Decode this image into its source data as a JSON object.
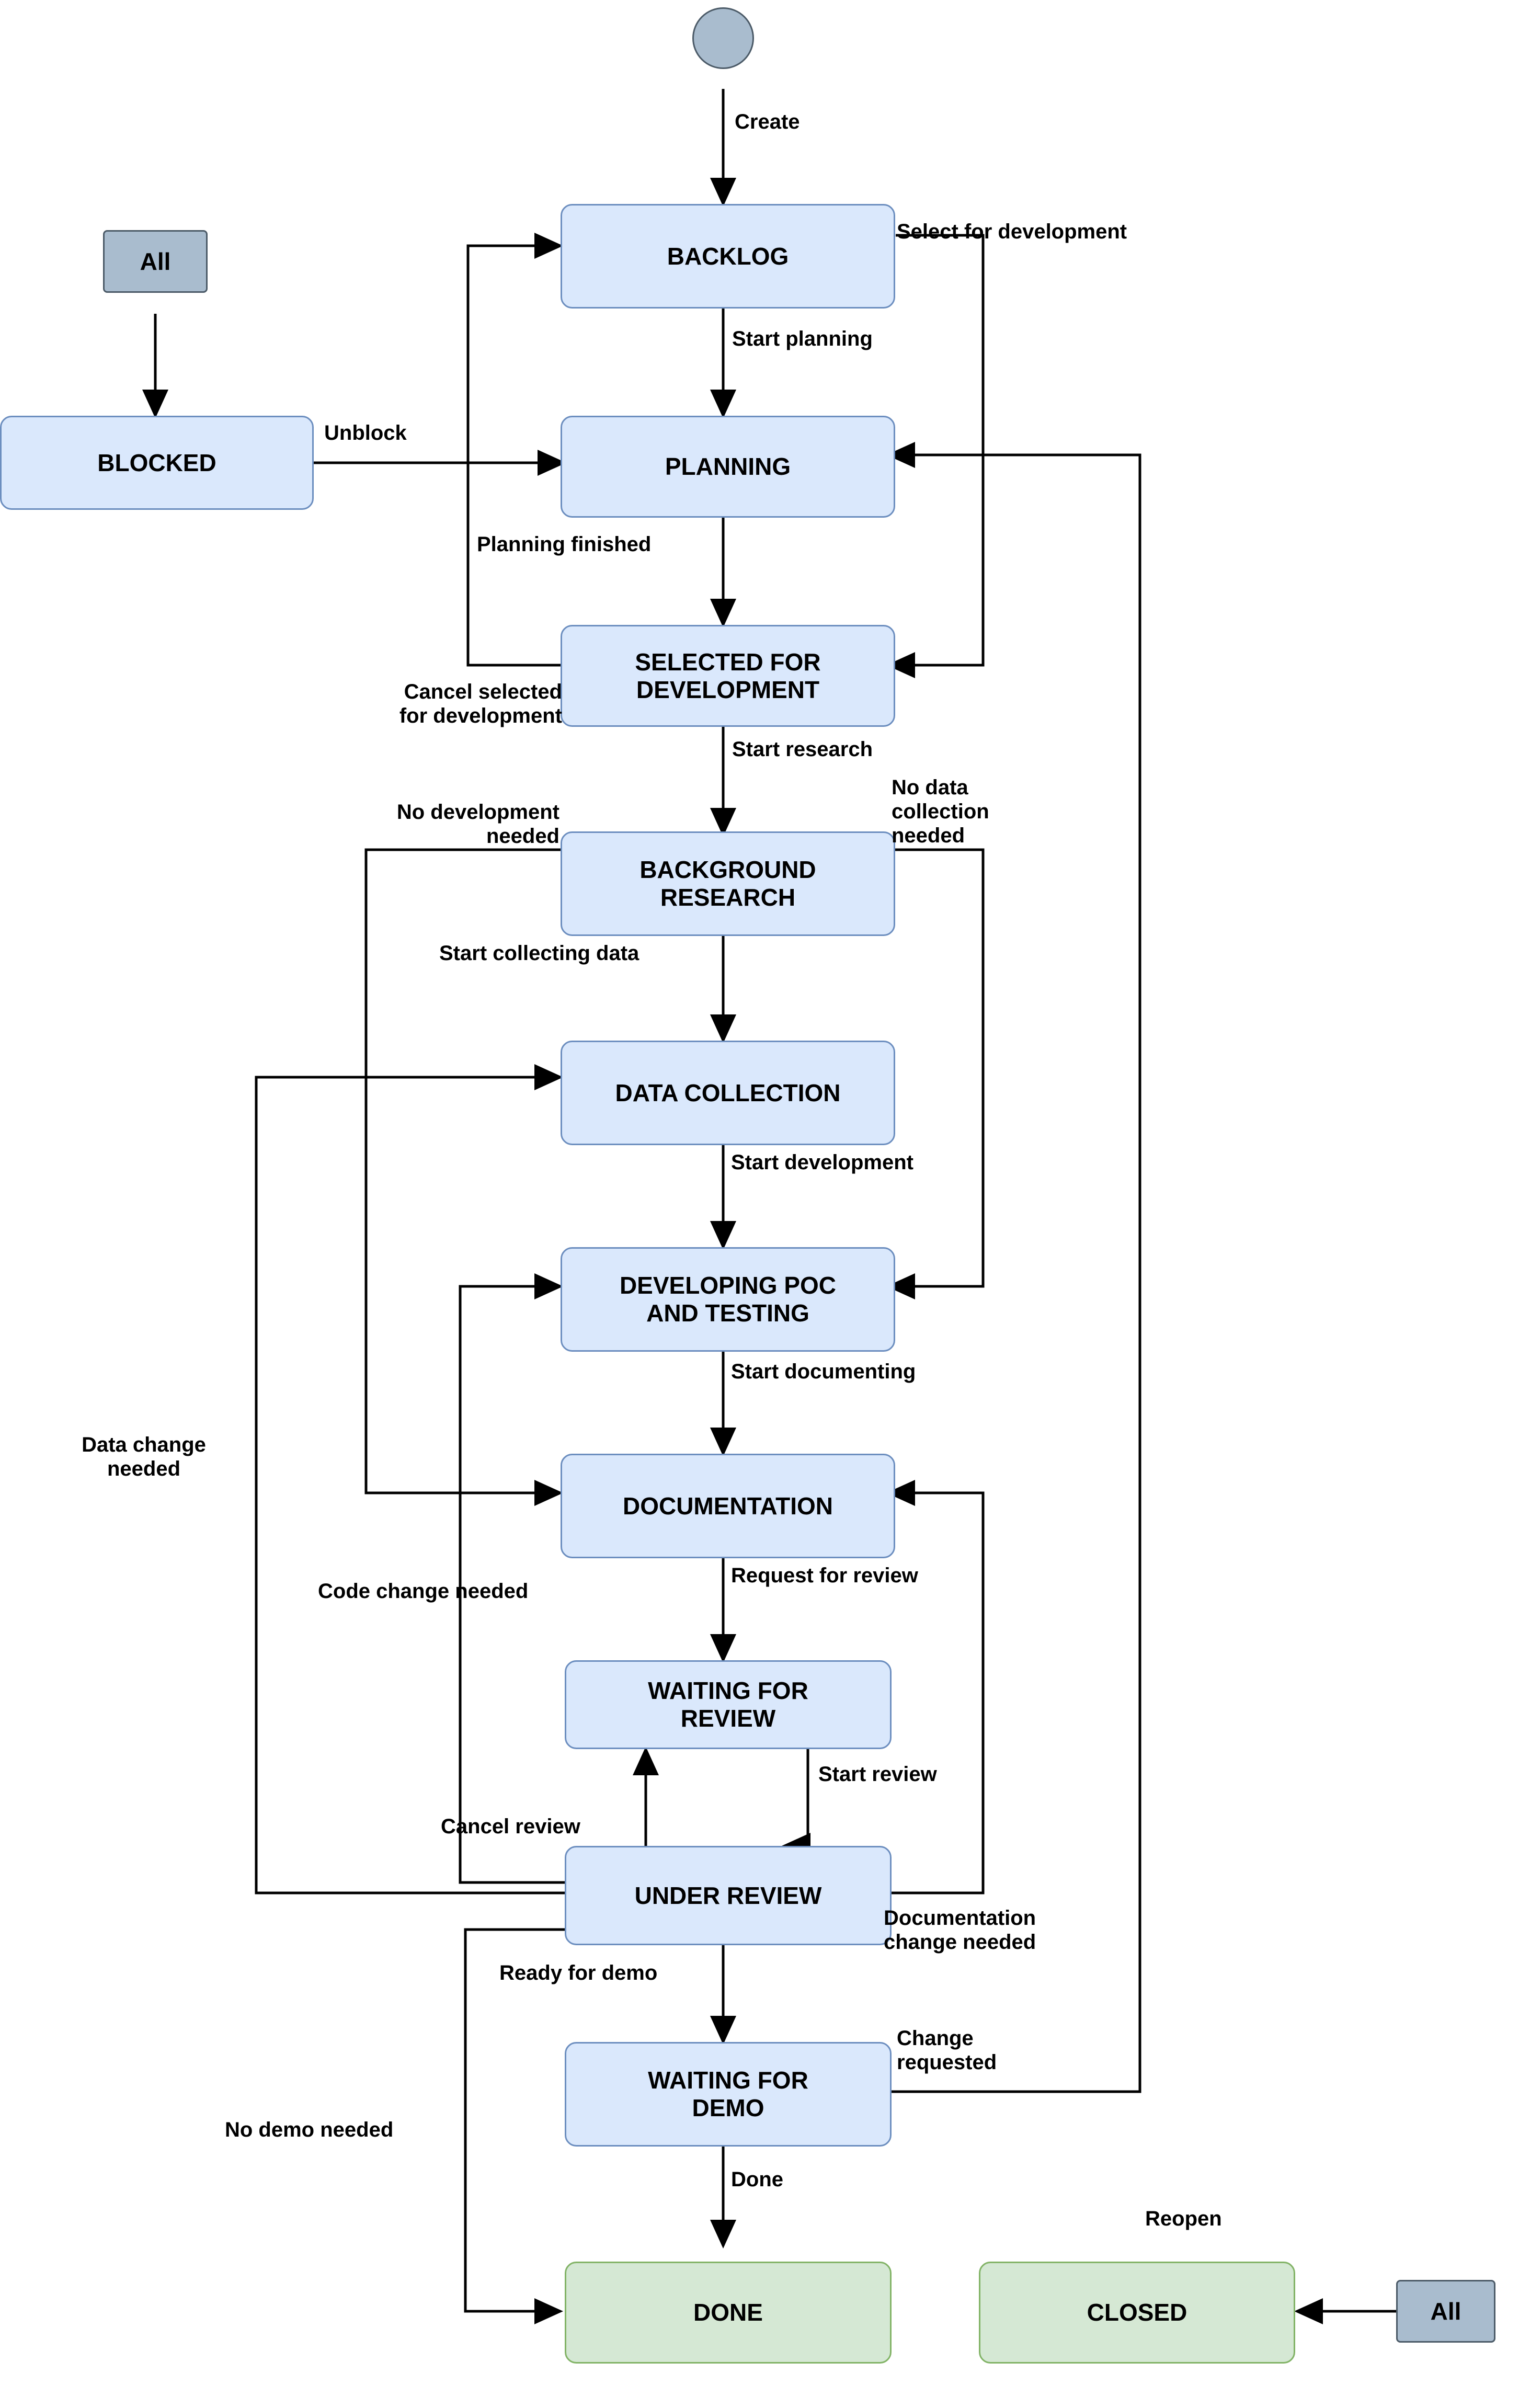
{
  "diagram": {
    "title": "Workflow state diagram",
    "colors": {
      "state_fill": "#dae8fc",
      "state_stroke": "#6c8ebf",
      "terminal_fill": "#d5e8d4",
      "terminal_stroke": "#82b366",
      "all_fill": "#a9bcce",
      "all_stroke": "#4b5a67",
      "edge": "#000000",
      "background": "#ffffff"
    },
    "start_node": {
      "name": "start-node",
      "label": ""
    },
    "nodes": [
      {
        "id": "all_top",
        "label": "All",
        "type": "all"
      },
      {
        "id": "blocked",
        "label": "BLOCKED",
        "type": "state"
      },
      {
        "id": "backlog",
        "label": "BACKLOG",
        "type": "state"
      },
      {
        "id": "planning",
        "label": "PLANNING",
        "type": "state"
      },
      {
        "id": "selected",
        "label": "SELECTED FOR DEVELOPMENT",
        "type": "state"
      },
      {
        "id": "research",
        "label": "BACKGROUND RESEARCH",
        "type": "state"
      },
      {
        "id": "data",
        "label": "DATA COLLECTION",
        "type": "state"
      },
      {
        "id": "poc",
        "label": "DEVELOPING POC AND TESTING",
        "type": "state"
      },
      {
        "id": "docs",
        "label": "DOCUMENTATION",
        "type": "state"
      },
      {
        "id": "waitreview",
        "label": "WAITING FOR REVIEW",
        "type": "state"
      },
      {
        "id": "review",
        "label": "UNDER REVIEW",
        "type": "state"
      },
      {
        "id": "waitdemo",
        "label": "WAITING FOR DEMO",
        "type": "state"
      },
      {
        "id": "done",
        "label": "DONE",
        "type": "terminal"
      },
      {
        "id": "closed",
        "label": "CLOSED",
        "type": "terminal"
      },
      {
        "id": "all_bottom",
        "label": "All",
        "type": "all"
      }
    ],
    "edges": [
      {
        "id": "e_create",
        "from": "start-node",
        "to": "backlog",
        "label": "Create"
      },
      {
        "id": "e_unblock",
        "from": "blocked",
        "to": "planning",
        "label": "Unblock"
      },
      {
        "id": "e_startplan",
        "from": "backlog",
        "to": "planning",
        "label": "Start planning"
      },
      {
        "id": "e_selectdev",
        "from": "backlog",
        "to": "selected",
        "label": "Select for development"
      },
      {
        "id": "e_planfin",
        "from": "planning",
        "to": "selected",
        "label": "Planning finished"
      },
      {
        "id": "e_cancelsel",
        "from": "selected",
        "to": "backlog",
        "label": "Cancel selected for development"
      },
      {
        "id": "e_research",
        "from": "selected",
        "to": "research",
        "label": "Start research"
      },
      {
        "id": "e_nodev",
        "from": "research",
        "to": "docs",
        "label": "No development needed"
      },
      {
        "id": "e_nodata",
        "from": "research",
        "to": "poc",
        "label": "No data collection needed"
      },
      {
        "id": "e_collect",
        "from": "research",
        "to": "data",
        "label": "Start collecting data"
      },
      {
        "id": "e_startdev",
        "from": "data",
        "to": "poc",
        "label": "Start development"
      },
      {
        "id": "e_startdoc",
        "from": "poc",
        "to": "docs",
        "label": "Start documenting"
      },
      {
        "id": "e_reqreview",
        "from": "docs",
        "to": "waitreview",
        "label": "Request for review"
      },
      {
        "id": "e_startrev",
        "from": "waitreview",
        "to": "review",
        "label": "Start review"
      },
      {
        "id": "e_cancelrev",
        "from": "review",
        "to": "waitreview",
        "label": "Cancel review"
      },
      {
        "id": "e_datachg",
        "from": "review",
        "to": "data",
        "label": "Data change needed"
      },
      {
        "id": "e_codechg",
        "from": "review",
        "to": "poc",
        "label": "Code change needed"
      },
      {
        "id": "e_docchg",
        "from": "review",
        "to": "docs",
        "label": "Documentation change needed"
      },
      {
        "id": "e_readydemo",
        "from": "review",
        "to": "waitdemo",
        "label": "Ready for demo"
      },
      {
        "id": "e_nodemo",
        "from": "review",
        "to": "done",
        "label": "No demo needed"
      },
      {
        "id": "e_done",
        "from": "waitdemo",
        "to": "done",
        "label": "Done"
      },
      {
        "id": "e_changereq",
        "from": "waitdemo",
        "to": "planning",
        "label": "Change requested"
      },
      {
        "id": "e_reopen",
        "from": "all_bottom",
        "to": "closed",
        "label": "Reopen"
      },
      {
        "id": "e_allblock",
        "from": "all_top",
        "to": "blocked",
        "label": ""
      }
    ],
    "labels": {
      "create": "Create",
      "unblock": "Unblock",
      "start_planning": "Start planning",
      "select_for_development": "Select for development",
      "planning_finished": "Planning finished",
      "cancel_selected": "Cancel selected\nfor development",
      "start_research": "Start research",
      "no_development_needed": "No development\nneeded",
      "no_data_collection": "No data\ncollection\nneeded",
      "start_collecting_data": "Start collecting data",
      "start_development": "Start development",
      "start_documenting": "Start documenting",
      "request_for_review": "Request for review",
      "start_review": "Start review",
      "cancel_review": "Cancel review",
      "data_change_needed": "Data change\nneeded",
      "code_change_needed": "Code change needed",
      "documentation_change_needed": "Documentation\nchange needed",
      "ready_for_demo": "Ready for demo",
      "no_demo_needed": "No demo needed",
      "done": "Done",
      "change_requested": "Change\nrequested",
      "reopen": "Reopen"
    },
    "node_text": {
      "all_top": "All",
      "blocked": "BLOCKED",
      "backlog": "BACKLOG",
      "planning": "PLANNING",
      "selected": "SELECTED FOR\nDEVELOPMENT",
      "research": "BACKGROUND\nRESEARCH",
      "data": "DATA COLLECTION",
      "poc": "DEVELOPING POC\nAND TESTING",
      "docs": "DOCUMENTATION",
      "waitreview": "WAITING FOR\nREVIEW",
      "review": "UNDER REVIEW",
      "waitdemo": "WAITING FOR\nDEMO",
      "done": "DONE",
      "closed": "CLOSED",
      "all_bottom": "All"
    }
  }
}
